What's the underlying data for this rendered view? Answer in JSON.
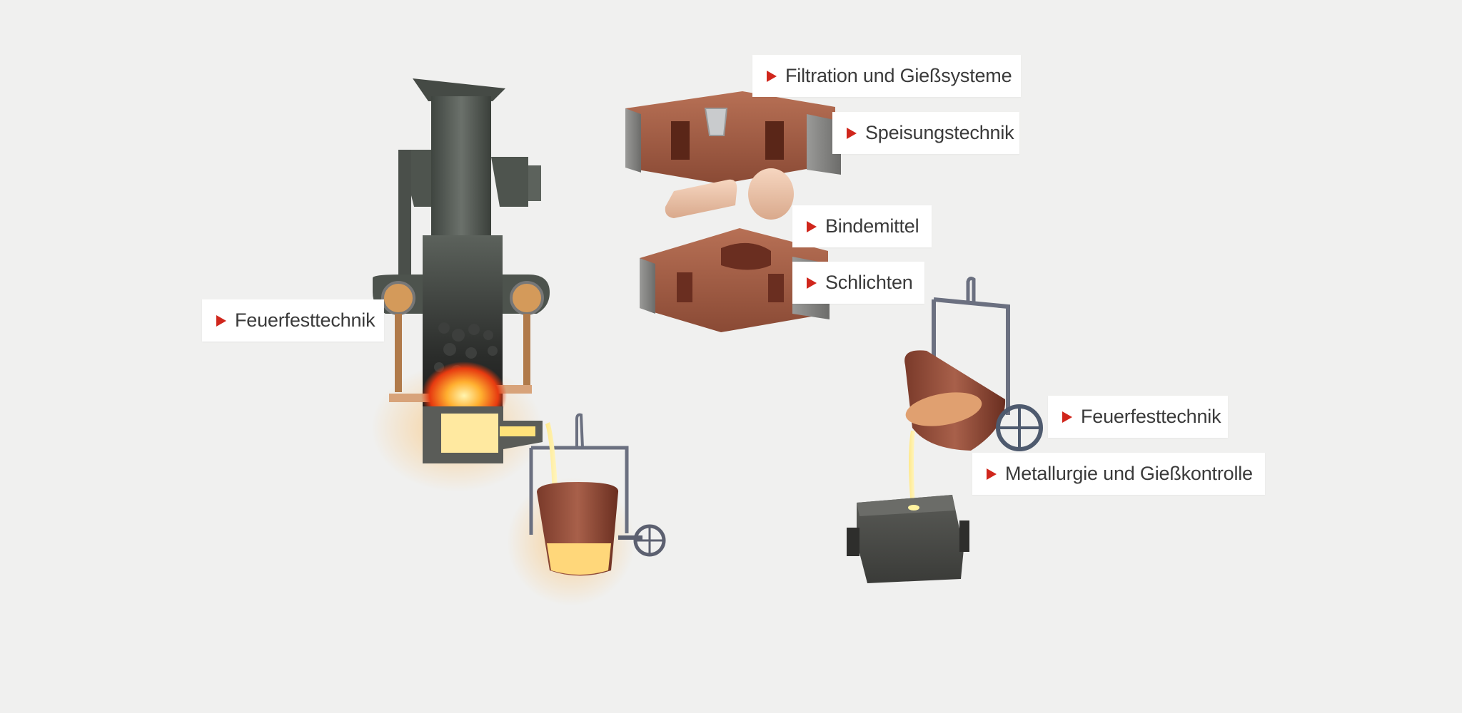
{
  "labels": {
    "filtration": "Filtration und Gießsysteme",
    "speisung": "Speisungstechnik",
    "bindemittel": "Bindemittel",
    "schlichten": "Schlichten",
    "feuerfest_left": "Feuerfesttechnik",
    "feuerfest_right": "Feuerfesttechnik",
    "metallurgie": "Metallurgie und Gießkontrolle"
  },
  "colors": {
    "background": "#f0f0ef",
    "accent_arrow": "#d0261c",
    "label_text": "#3a3a3a",
    "label_bg": "#ffffff"
  },
  "icons": {
    "label_marker": "red-triangle-icon"
  }
}
